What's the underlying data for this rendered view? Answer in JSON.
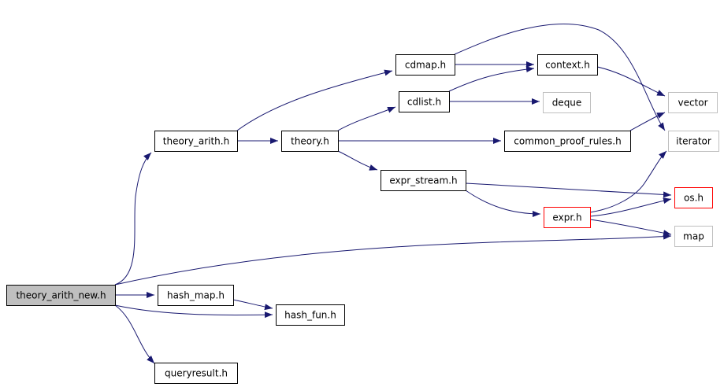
{
  "colors": {
    "edge": "#191970",
    "border_default": "#000000",
    "border_external": "#bfbfbf",
    "border_truncated": "#ff0000",
    "fill_selected": "#bfbfbf",
    "fill_default": "#ffffff"
  },
  "nodes": [
    {
      "id": "theory_arith_new_h",
      "label": "theory_arith_new.h",
      "style": "selected"
    },
    {
      "id": "theory_arith_h",
      "label": "theory_arith.h",
      "style": "default"
    },
    {
      "id": "hash_map_h",
      "label": "hash_map.h",
      "style": "default"
    },
    {
      "id": "hash_fun_h",
      "label": "hash_fun.h",
      "style": "default"
    },
    {
      "id": "queryresult_h",
      "label": "queryresult.h",
      "style": "default"
    },
    {
      "id": "theory_h",
      "label": "theory.h",
      "style": "default"
    },
    {
      "id": "cdmap_h",
      "label": "cdmap.h",
      "style": "default"
    },
    {
      "id": "cdlist_h",
      "label": "cdlist.h",
      "style": "default"
    },
    {
      "id": "expr_stream_h",
      "label": "expr_stream.h",
      "style": "default"
    },
    {
      "id": "context_h",
      "label": "context.h",
      "style": "default"
    },
    {
      "id": "deque",
      "label": "deque",
      "style": "external"
    },
    {
      "id": "common_proof_rules_h",
      "label": "common_proof_rules.h",
      "style": "default"
    },
    {
      "id": "expr_h",
      "label": "expr.h",
      "style": "truncated"
    },
    {
      "id": "vector",
      "label": "vector",
      "style": "external"
    },
    {
      "id": "iterator",
      "label": "iterator",
      "style": "external"
    },
    {
      "id": "os_h",
      "label": "os.h",
      "style": "truncated"
    },
    {
      "id": "map",
      "label": "map",
      "style": "external"
    }
  ],
  "edges": [
    {
      "from": "theory_arith_new_h",
      "to": "theory_arith_h"
    },
    {
      "from": "theory_arith_new_h",
      "to": "map"
    },
    {
      "from": "theory_arith_new_h",
      "to": "hash_map_h"
    },
    {
      "from": "theory_arith_new_h",
      "to": "hash_fun_h"
    },
    {
      "from": "theory_arith_new_h",
      "to": "queryresult_h"
    },
    {
      "from": "hash_map_h",
      "to": "hash_fun_h"
    },
    {
      "from": "theory_arith_h",
      "to": "cdmap_h"
    },
    {
      "from": "theory_arith_h",
      "to": "theory_h"
    },
    {
      "from": "theory_h",
      "to": "cdlist_h"
    },
    {
      "from": "theory_h",
      "to": "common_proof_rules_h"
    },
    {
      "from": "theory_h",
      "to": "expr_stream_h"
    },
    {
      "from": "cdmap_h",
      "to": "context_h"
    },
    {
      "from": "cdmap_h",
      "to": "iterator"
    },
    {
      "from": "cdlist_h",
      "to": "context_h"
    },
    {
      "from": "cdlist_h",
      "to": "deque"
    },
    {
      "from": "context_h",
      "to": "vector"
    },
    {
      "from": "common_proof_rules_h",
      "to": "vector"
    },
    {
      "from": "expr_stream_h",
      "to": "os_h"
    },
    {
      "from": "expr_stream_h",
      "to": "expr_h"
    },
    {
      "from": "expr_h",
      "to": "iterator"
    },
    {
      "from": "expr_h",
      "to": "os_h"
    },
    {
      "from": "expr_h",
      "to": "map"
    }
  ]
}
